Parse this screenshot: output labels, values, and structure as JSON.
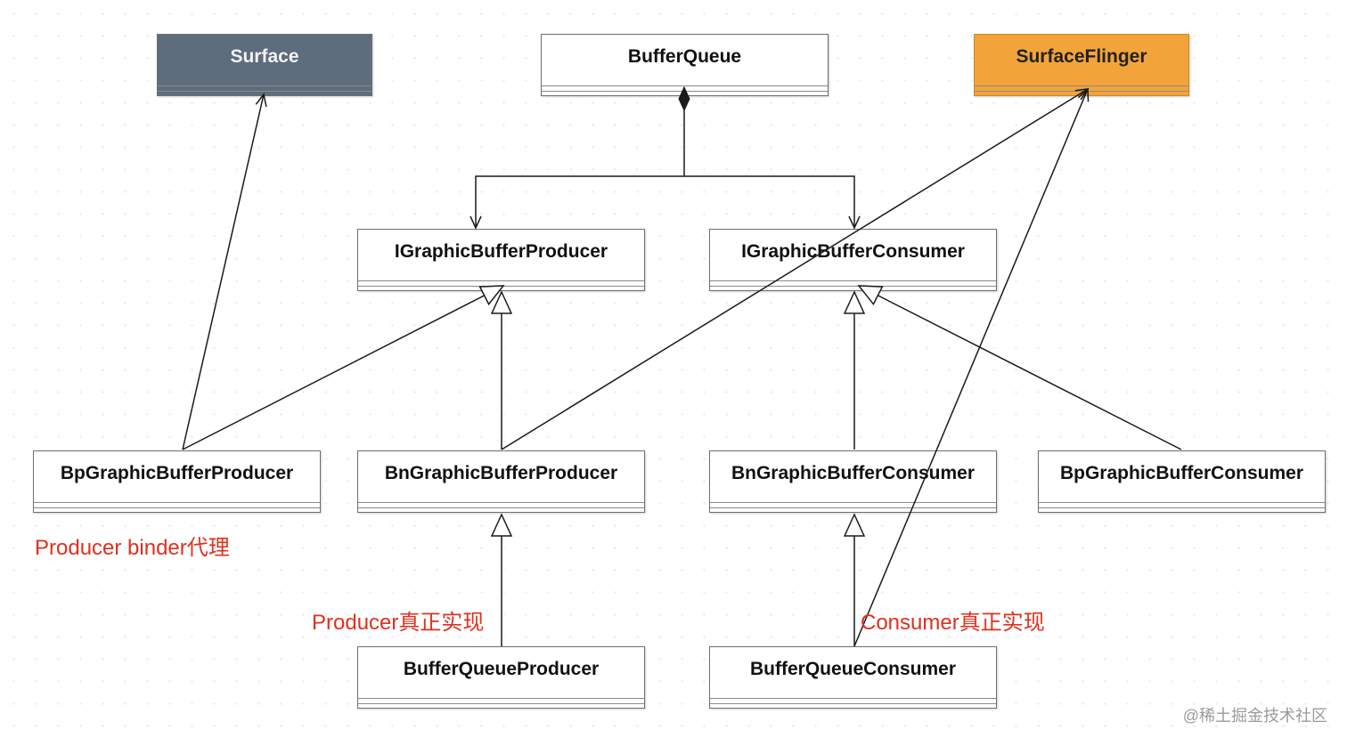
{
  "classes": {
    "surface": "Surface",
    "buffer_queue": "BufferQueue",
    "surface_flinger": "SurfaceFlinger",
    "igraphic_buffer_producer": "IGraphicBufferProducer",
    "igraphic_buffer_consumer": "IGraphicBufferConsumer",
    "bp_graphic_buffer_producer": "BpGraphicBufferProducer",
    "bn_graphic_buffer_producer": "BnGraphicBufferProducer",
    "bn_graphic_buffer_consumer": "BnGraphicBufferConsumer",
    "bp_graphic_buffer_consumer": "BpGraphicBufferConsumer",
    "buffer_queue_producer": "BufferQueueProducer",
    "buffer_queue_consumer": "BufferQueueConsumer"
  },
  "notes": {
    "producer_binder_proxy": "Producer binder代理",
    "producer_real_impl": "Producer真正实现",
    "consumer_real_impl": "Consumer真正实现"
  },
  "watermark": "@稀土掘金技术社区",
  "colors": {
    "surface_fill": "#5d6d7e",
    "surface_flinger_fill": "#f2a43a",
    "note_text": "#e0301e",
    "line": "#1a1a1a"
  }
}
